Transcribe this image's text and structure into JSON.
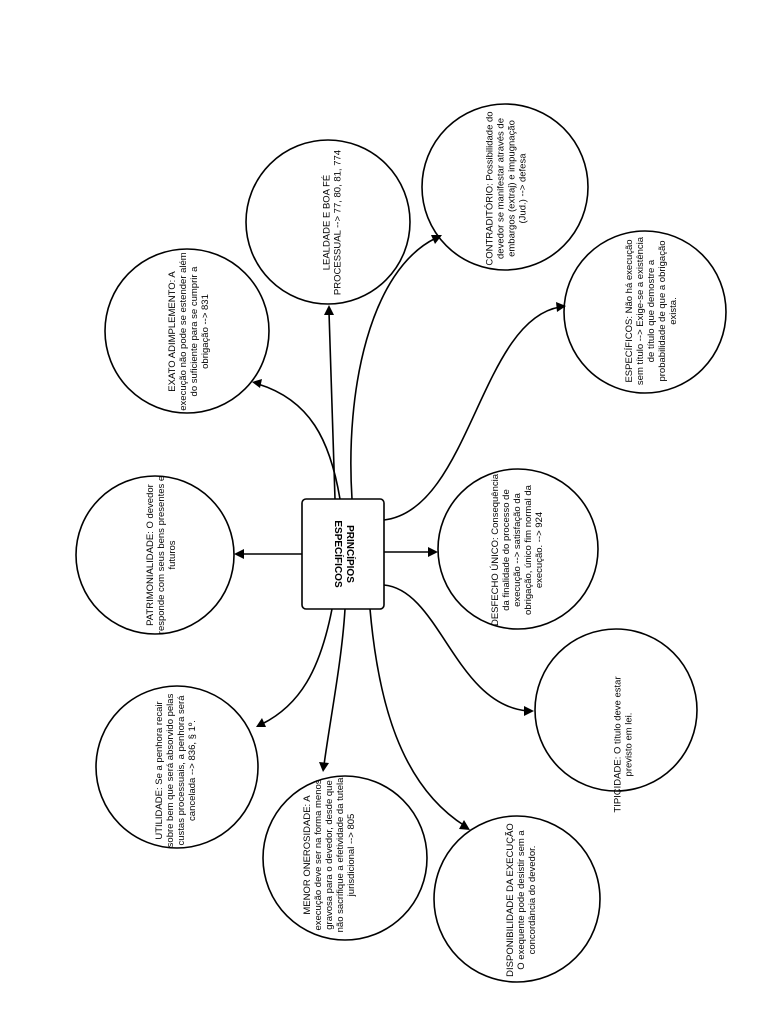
{
  "center": {
    "lines": [
      "PRINCÍPIOS",
      "ESPECÍFICOS"
    ]
  },
  "nodes": [
    {
      "id": "patrimonialidade",
      "lines": [
        "PATRIMONIALIDADE: O devedor",
        "responde com seus bens presentes e",
        "futuros"
      ]
    },
    {
      "id": "exato-adimplemento",
      "lines": [
        "EXATO ADIMPLEMENTO: A",
        "execução não pode se estender além",
        "do suficiente para se cumprir a",
        "obrigação --> 831"
      ]
    },
    {
      "id": "lealdade-boa-fe",
      "lines": [
        "LEALDADE E BOA FÉ",
        "PROCESSUAL --> 77, 80, 81, 774"
      ]
    },
    {
      "id": "contraditorio",
      "lines": [
        "CONTRADITÓRIO: Possibilidade do",
        "devedor se manifestar através de",
        "embargos (extraj) e impugnação",
        "(Jud.) --> defesa"
      ]
    },
    {
      "id": "especificos",
      "lines": [
        "ESPECÍFICOS: Não há execução",
        "sem título --> Exige-se a existência",
        "de título que demostre a",
        "probabilidade de que a obrigação",
        "exista."
      ]
    },
    {
      "id": "desfecho-unico",
      "lines": [
        "DESFECHO ÚNICO: Consequência",
        "da finalidade do processo de",
        "execução --> satisfação da",
        "obrigação, único fim normal da",
        "execução. --> 924"
      ]
    },
    {
      "id": "tipicidade",
      "lines": [
        "TIPICIDADE: O título deve estar",
        "previsto em lei."
      ]
    },
    {
      "id": "disponibilidade",
      "lines": [
        "DISPONIBILIDADE DA EXECUÇÃO",
        "O exequente pode desistir sem a",
        "concordância do devedor."
      ]
    },
    {
      "id": "menor-onerosidade",
      "lines": [
        "MENOR ONEROSIDADE: A",
        "execução deve ser na forma menos",
        "gravosa para o devedor, desde que",
        "não sacrifique a efetividade da tutela",
        "jurisdicional --> 805"
      ]
    },
    {
      "id": "utilidade",
      "lines": [
        "UTILIDADE: Se a penhora recair",
        "sobre bem que será absorvido pelas",
        "custas processuais, a penhora será",
        "cancelada --> 836, § 1º."
      ]
    }
  ]
}
